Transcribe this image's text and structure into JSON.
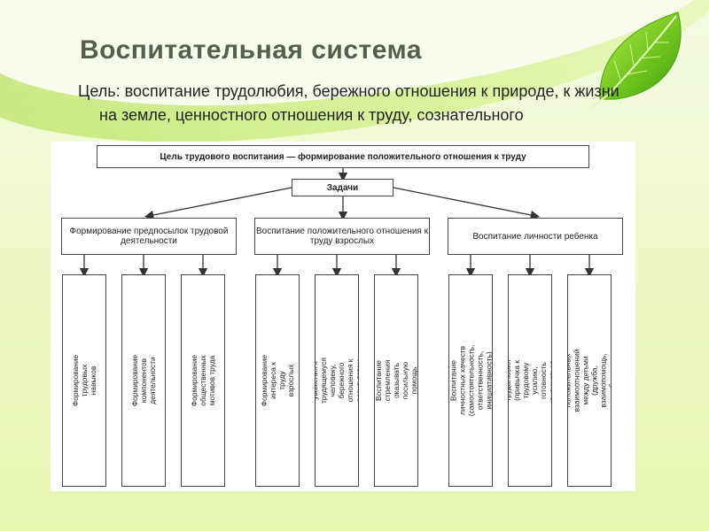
{
  "header": {
    "title": "Воспитательная система",
    "goal": "Цель: воспитание трудолюбия, бережного отношения к природе, к жизни на земле, ценностного отношения к труду, сознательного"
  },
  "diagram": {
    "top_box": "Цель трудового воспитания — формирование положительного отношения к труду",
    "tasks_box": "Задачи",
    "groups": [
      {
        "label": "Формирование предпосылок трудовой деятельности",
        "items": [
          "Формирование трудовых навыков",
          "Формирование компонентов деятельности",
          "Формирование общественных мотивов труда"
        ]
      },
      {
        "label": "Воспитание положительного отношения к труду взрослых",
        "items": [
          "Формирование интереса к труду взрослых",
          "Воспитание уважения к трудящемуся человеку, бережного отношения к результатам его труда",
          "Воспитание стремления оказывать посильную помощь"
        ]
      },
      {
        "label": "Воспитание личности ребенка",
        "items": [
          "Воспитание личностных качеств (самостоятельность, ответственность, инициативность)",
          "Воспитание трудолюбия (привычка к трудовому усилию, готовность включаться в труд)",
          "Воспитание положительных взаимоотношений между детьми (дружба, взаимопомощь, забота о товарищах)"
        ]
      }
    ]
  },
  "colors": {
    "accent_green": "#a6d83a",
    "title_gray": "#555f4e",
    "line": "#444444"
  },
  "icons": {
    "decoration": "green-leaf-icon"
  }
}
